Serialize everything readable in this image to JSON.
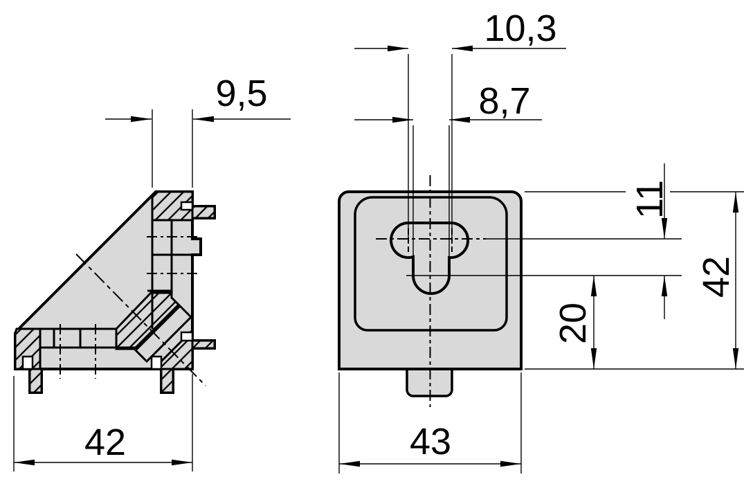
{
  "background": "#ffffff",
  "colors": {
    "part_fill": "#d9d9d9",
    "line": "#000000",
    "dim_line": "#000000"
  },
  "views": {
    "side": {
      "dims": {
        "arm_thickness": "9,5",
        "base_width": "42"
      }
    },
    "front": {
      "dims": {
        "slot_center_span": "10,3",
        "slot_width": "8,7",
        "edge_to_slot_center": "11",
        "height": "42",
        "slot_to_base": "20",
        "width": "43"
      }
    }
  }
}
